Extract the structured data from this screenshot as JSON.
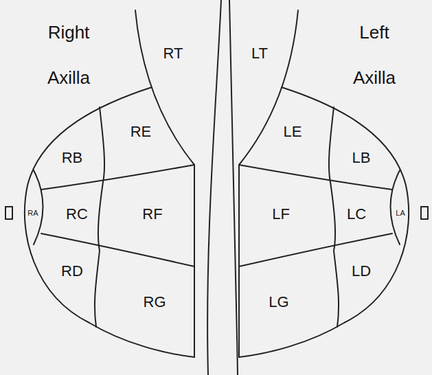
{
  "diagram": {
    "labels": [
      "Right Axilla",
      "RT",
      "LT",
      "Left Axilla",
      "RE",
      "LE",
      "RB",
      "LB",
      "RA",
      "RC",
      "RF",
      "LF",
      "LC",
      "LA",
      "RD",
      "LD",
      "RG",
      "LG"
    ]
  }
}
